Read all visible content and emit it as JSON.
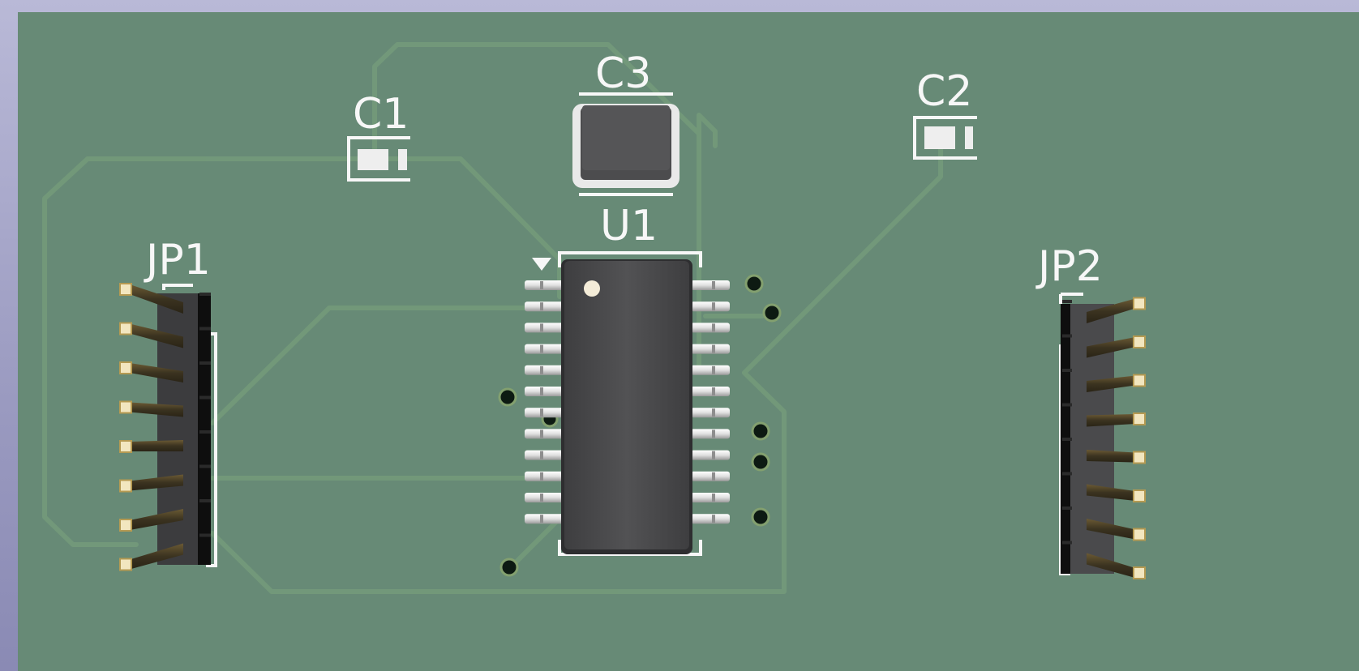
{
  "colors": {
    "background": "#a9a9cc",
    "board": "#678a76",
    "trace": "#73997a",
    "silkscreen": "#f7f7f7",
    "ic_body": "#4a4a4c",
    "pin_metal": "#e6e6e6",
    "header_pin": "#c9b274",
    "via": "#0d1a12"
  },
  "references": {
    "c1": "C1",
    "c2": "C2",
    "c3": "C3",
    "u1": "U1",
    "jp1": "JP1",
    "jp2": "JP2"
  },
  "u1": {
    "pins_per_side": 12
  },
  "jp1": {
    "pin_count": 8
  },
  "jp2": {
    "pin_count": 8
  }
}
